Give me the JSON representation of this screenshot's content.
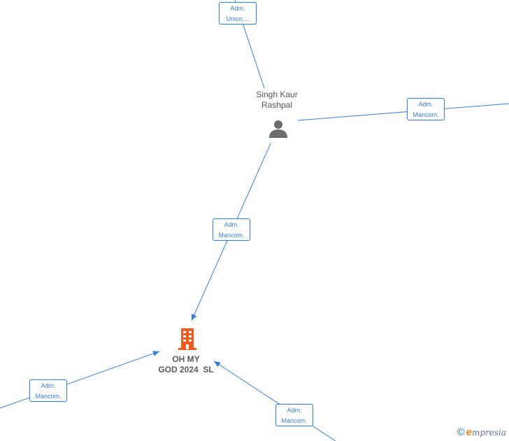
{
  "colors": {
    "edge": "#3a7fd5",
    "company": "#f05a24",
    "person": "#6b6b6b"
  },
  "nodes": {
    "person": {
      "name_line1": "Singh Kaur",
      "name_line2": "Rashpal",
      "icon": "person-icon"
    },
    "company": {
      "name_line1": "OH MY",
      "name_line2": "GOD 2024  SL",
      "icon": "building-icon"
    }
  },
  "relations": [
    {
      "id": "top",
      "line1": "Adm.",
      "line2": "Unico,..."
    },
    {
      "id": "right",
      "line1": "Adm.",
      "line2": "Mancom."
    },
    {
      "id": "middle",
      "line1": "Adm.",
      "line2": "Mancom."
    },
    {
      "id": "left",
      "line1": "Adm.",
      "line2": "Mancom."
    },
    {
      "id": "bottom",
      "line1": "Adm.",
      "line2": "Mancom."
    }
  ],
  "footer": {
    "copyright": "©",
    "brand_e": "e",
    "brand_rest": "mpresia"
  }
}
